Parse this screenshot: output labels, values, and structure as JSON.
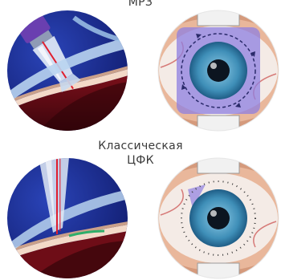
{
  "labels": {
    "top": "МРЗ",
    "bottom_line1": "Классическая",
    "bottom_line2": "ЦФК"
  },
  "colors": {
    "background": "#ffffff",
    "text": "#3a3a3a",
    "sclera_bg": "#1a2c8e",
    "cornea": "#b9d4ef",
    "laser_beam": "#e01e2e",
    "device_cap": "#6a3fb0",
    "treatment_zone": "#8e7fe0",
    "iris": "#3f8fb8",
    "pupil": "#0c1520",
    "skin": "#e9b79b",
    "eyeball": "#f4ebe6"
  },
  "icons": {
    "top_left": "mrz-applicator-cross-section-icon",
    "top_right": "mrz-treatment-eye-icon",
    "bottom_left": "classic-cpc-probe-cross-section-icon",
    "bottom_right": "classic-cpc-treatment-eye-icon"
  }
}
